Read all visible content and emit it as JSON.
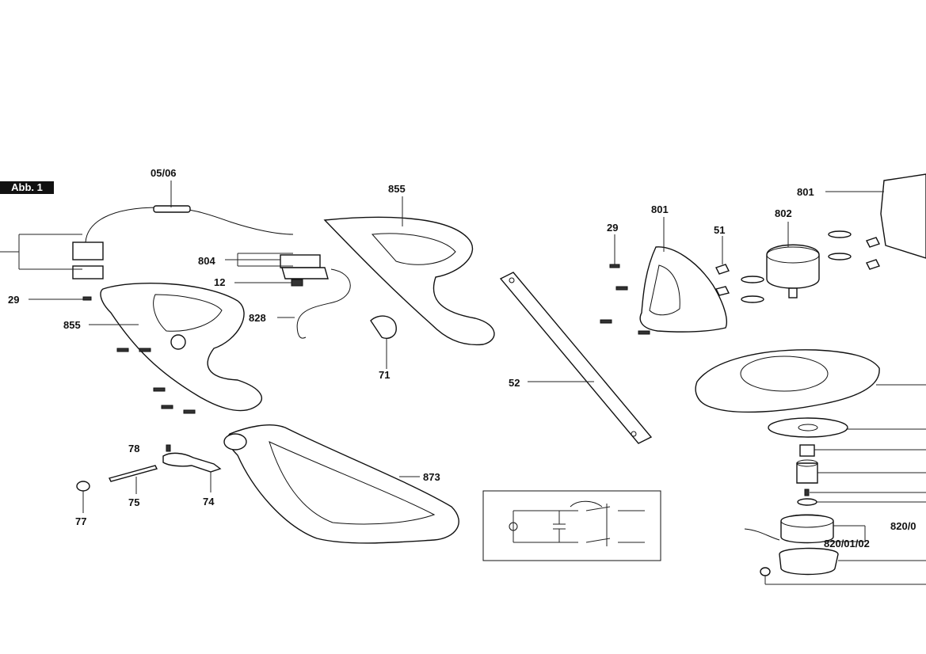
{
  "figure": {
    "label": "Abb. 1"
  },
  "labels": {
    "cord": "05/06",
    "handle_top": "855",
    "handle_left": "855",
    "switch": "804",
    "part12": "12",
    "wire": "828",
    "part71": "71",
    "tube": "52",
    "screw_left": "29",
    "part78": "78",
    "part75": "75",
    "part74": "74",
    "part77": "77",
    "bow_handle": "873",
    "guard_cover": "801",
    "housing_right": "801",
    "motor": "802",
    "screw_right": "29",
    "part51": "51",
    "spool_a": "820/0",
    "spool_b": "820/01/02"
  }
}
